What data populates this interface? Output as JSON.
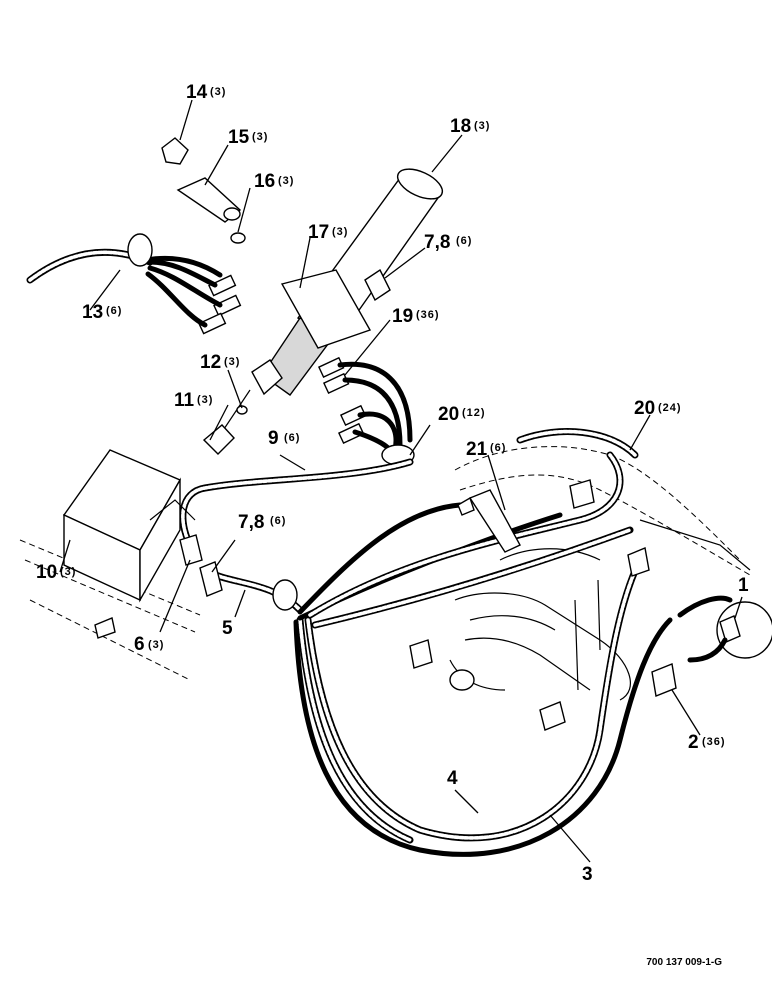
{
  "callouts": [
    {
      "num": "1",
      "qty": ""
    },
    {
      "num": "2",
      "qty": "(36)"
    },
    {
      "num": "3",
      "qty": ""
    },
    {
      "num": "4",
      "qty": ""
    },
    {
      "num": "5",
      "qty": ""
    },
    {
      "num": "6",
      "qty": "(3)"
    },
    {
      "num": "7,8",
      "qty": "(6)"
    },
    {
      "num": "7,8",
      "qty": "(6)"
    },
    {
      "num": "9",
      "qty": "(6)"
    },
    {
      "num": "10",
      "qty": "(3)"
    },
    {
      "num": "11",
      "qty": "(3)"
    },
    {
      "num": "12",
      "qty": "(3)"
    },
    {
      "num": "13",
      "qty": "(6)"
    },
    {
      "num": "14",
      "qty": "(3)"
    },
    {
      "num": "15",
      "qty": "(3)"
    },
    {
      "num": "16",
      "qty": "(3)"
    },
    {
      "num": "17",
      "qty": "(3)"
    },
    {
      "num": "18",
      "qty": "(3)"
    },
    {
      "num": "19",
      "qty": "(36)"
    },
    {
      "num": "20",
      "qty": "(12)"
    },
    {
      "num": "20",
      "qty": "(24)"
    },
    {
      "num": "21",
      "qty": "(6)"
    }
  ],
  "drawing_number": "700 137 009-1-G"
}
